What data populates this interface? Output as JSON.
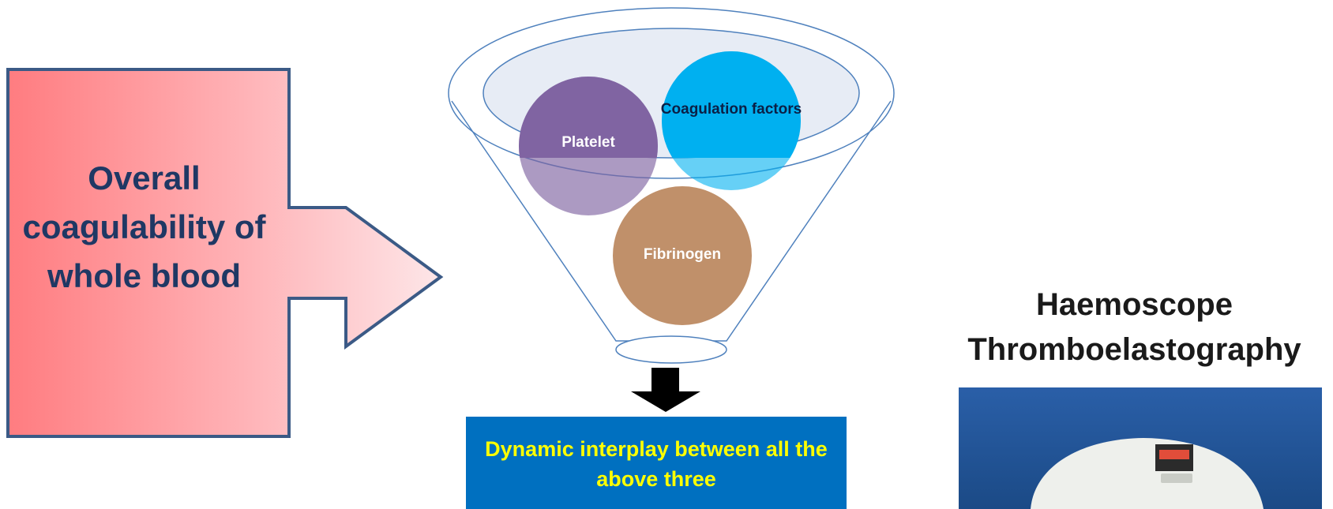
{
  "arrow": {
    "label": "Overall coagulability of whole blood",
    "color_fill": "#ff7c80",
    "color_stroke": "#3b5a86"
  },
  "funnel": {
    "circles": [
      {
        "label": "Platelet",
        "color": "#8064a2"
      },
      {
        "label": "Coagulation factors",
        "color": "#00b0f0"
      },
      {
        "label": "Fibrinogen",
        "color": "#c0906a"
      }
    ]
  },
  "result": {
    "label": "Dynamic interplay between all the above three",
    "box_color": "#0070c0",
    "text_color": "#ffff00"
  },
  "device": {
    "title": "Haemoscope Thromboelastography"
  }
}
